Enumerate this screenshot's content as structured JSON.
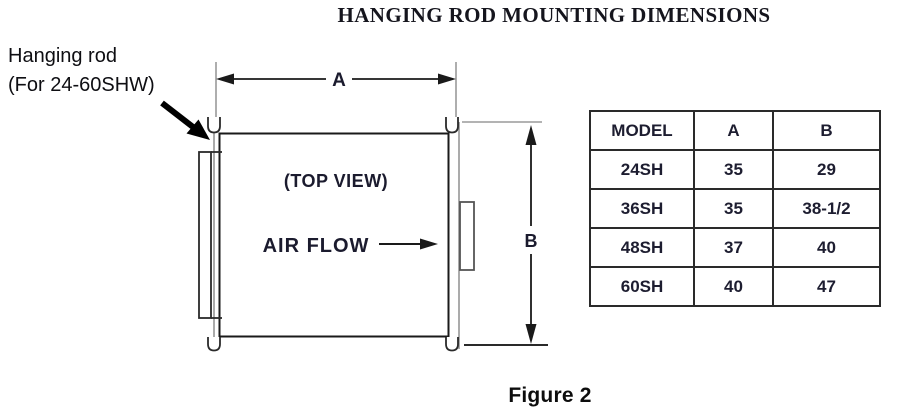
{
  "title": "HANGING ROD MOUNTING DIMENSIONS",
  "callout": {
    "line1": "Hanging rod",
    "line2": "(For 24-60SHW)"
  },
  "diagram": {
    "top_view_label": "(TOP VIEW)",
    "air_flow_label": "AIR FLOW",
    "dim_a_label": "A",
    "dim_b_label": "B"
  },
  "table": {
    "headers": [
      "MODEL",
      "A",
      "B"
    ],
    "rows": [
      [
        "24SH",
        "35",
        "29"
      ],
      [
        "36SH",
        "35",
        "38-1/2"
      ],
      [
        "48SH",
        "37",
        "40"
      ],
      [
        "60SH",
        "40",
        "47"
      ]
    ]
  },
  "caption": "Figure 2",
  "colors": {
    "line": "#1a1a1a",
    "extension_line": "#9a9a9a",
    "diagram_text": "#1b1b2e"
  }
}
